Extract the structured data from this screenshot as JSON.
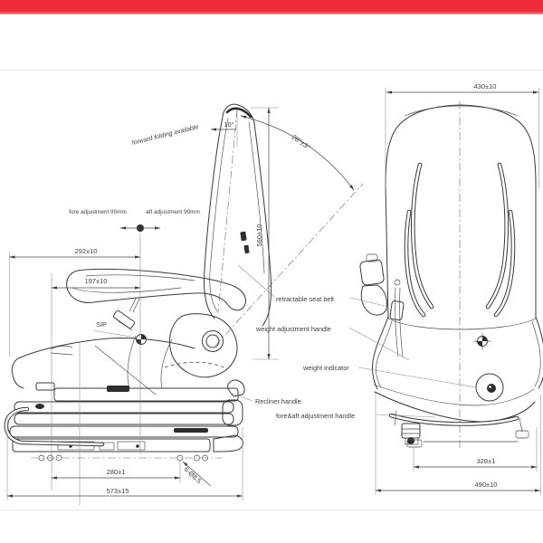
{
  "page": {
    "top_bar_color": "#ee2c3c"
  },
  "side_view": {
    "annotations": {
      "forward_folding": "forward folding available",
      "fore_adjustment": "fore adjustment 90mm",
      "aft_adjustment": "aft adjustment 90mm",
      "backrest_angle": "10°",
      "recline_range": "28°±3°",
      "sip": "SIP"
    },
    "dimensions": {
      "seat_depth_to_sip": "292±10",
      "armrest_to_sip": "197±10",
      "backrest_height": "560±10",
      "mounting_hole_pitch": "280±1",
      "overall_depth": "573±15",
      "mounting_holes": "6-Ø8.5"
    }
  },
  "front_view": {
    "dimensions": {
      "backrest_width": "430±10",
      "mounting_width": "328±1",
      "overall_width": "490±10"
    }
  },
  "callouts": {
    "retractable_seat_belt": "retractable seat belt",
    "weight_adjustment_handle": "weight adjustment handle",
    "weight_indicator": "weight indicator",
    "recliner_handle": "Recliner handle",
    "fore_aft_adjustment_handle": "fore&aft adjustment handle"
  }
}
